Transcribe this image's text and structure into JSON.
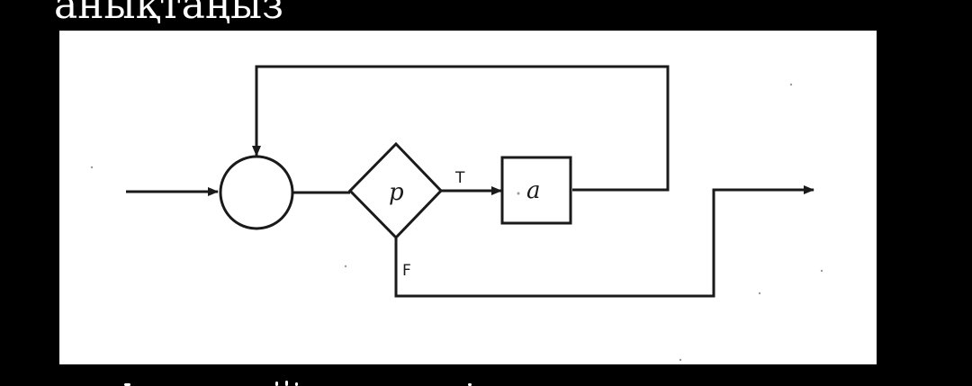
{
  "header": {
    "text": "анықтаңыз"
  },
  "diagram": {
    "predicate_label": "p",
    "action_label": "a",
    "true_branch_label": "T",
    "false_branch_label": "F"
  },
  "colors": {
    "background": "#000000",
    "panel": "#ffffff",
    "ink": "#1a1a1a"
  }
}
